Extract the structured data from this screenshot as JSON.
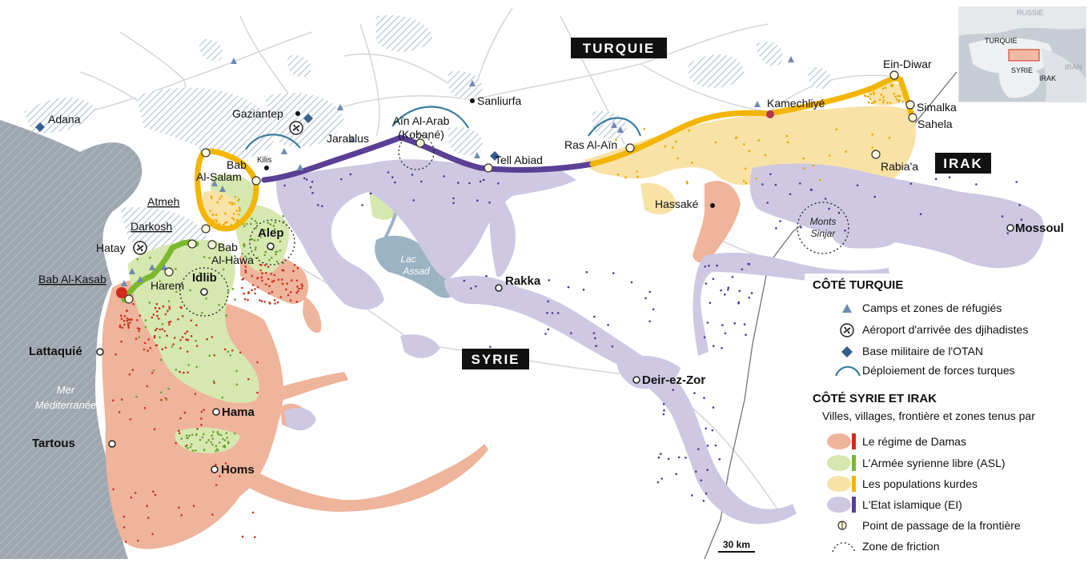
{
  "countries": {
    "turkey": "TURQUIE",
    "syria": "SYRIE",
    "iraq": "IRAK"
  },
  "sea_label": [
    "Mer",
    "Méditerranée"
  ],
  "lake_label": [
    "Lac",
    "Assad"
  ],
  "mountains_label": [
    "Monts",
    "Sinjar"
  ],
  "places": {
    "adana": "Adana",
    "gaziantep": "Gaziantep",
    "sanliurfa": "Sanliurfa",
    "kilis": "Kilis",
    "jarablus": "Jarablus",
    "kobane_1": "Aïn Al-Arab",
    "kobane_2": "(Kobané)",
    "tell_abiad": "Tell Abiad",
    "ras_al_ain": "Ras Al-Aïn",
    "kamechliye": "Kamechliyé",
    "ein_diwar": "Ein-Diwar",
    "simalka": "Simalka",
    "sahela": "Sahela",
    "rabia": "Rabia'a",
    "hassake": "Hassaké",
    "mossoul": "Mossoul",
    "bab_al_salam_1": "Bab",
    "bab_al_salam_2": "Al-Salam",
    "atmeh": "Atmeh",
    "darkosh": "Darkosh",
    "hatay": "Hatay",
    "bab_al_hawa_1": "Bab",
    "bab_al_hawa_2": "Al-Hawa",
    "harem": "Harem",
    "bab_al_kasab": "Bab Al-Kasab",
    "idlib": "Idlib",
    "alep": "Alep",
    "rakka": "Rakka",
    "lattaquie": "Lattaquié",
    "tartous": "Tartous",
    "hama": "Hama",
    "homs": "Homs",
    "deir_ez_zor": "Deir-ez-Zor"
  },
  "inset": {
    "labels": [
      "RUSSIE",
      "TURQUIE",
      "SYRIE",
      "IRAK",
      "IRAN"
    ]
  },
  "scale_label": "30 km",
  "legend": {
    "turkey_side": {
      "title": "CÔTÉ TURQUIE",
      "items": [
        {
          "label": "Camps et zones de réfugiés",
          "icon": "triangle-icon"
        },
        {
          "label": "Aéroport d'arrivée des djihadistes",
          "icon": "airport-icon"
        },
        {
          "label": "Base militaire de l'OTAN",
          "icon": "diamond-icon"
        },
        {
          "label": "Déploiement de forces turques",
          "icon": "arc-icon"
        }
      ]
    },
    "syria_iraq_side": {
      "title": "CÔTÉ SYRIE ET IRAK",
      "subtitle": "Villes, villages, frontière et zones tenus par",
      "items": [
        {
          "label": "Le régime de Damas",
          "icon": "regime-swatch-icon"
        },
        {
          "label": "L'Armée syrienne libre (ASL)",
          "icon": "asl-swatch-icon"
        },
        {
          "label": "Les populations kurdes",
          "icon": "kurds-swatch-icon"
        },
        {
          "label": "L'Etat islamique (EI)",
          "icon": "ei-swatch-icon"
        },
        {
          "label": "Point de passage de la frontière",
          "icon": "border-crossing-icon"
        },
        {
          "label": "Zone de friction",
          "icon": "friction-zone-icon"
        }
      ]
    }
  },
  "colors": {
    "regime_area": "#eeb49c",
    "regime_line": "#d42a1e",
    "regime_dots": "#c8331f",
    "asl_area": "#d6e8b0",
    "asl_line": "#7cb82f",
    "kurds_area": "#f8e2a6",
    "kurds_line": "#f2b600",
    "ei_area": "#cec8e3",
    "ei_line": "#5a3f94",
    "ei_dots": "#4d3a8f",
    "sea": "#9ea7b0",
    "lake": "#9cb3c3",
    "turkish_forces": "#3e7ea0",
    "refugee_camps": "#6f8bb0",
    "nato_base": "#3a5f8f",
    "hatch": "#bcc9da"
  }
}
